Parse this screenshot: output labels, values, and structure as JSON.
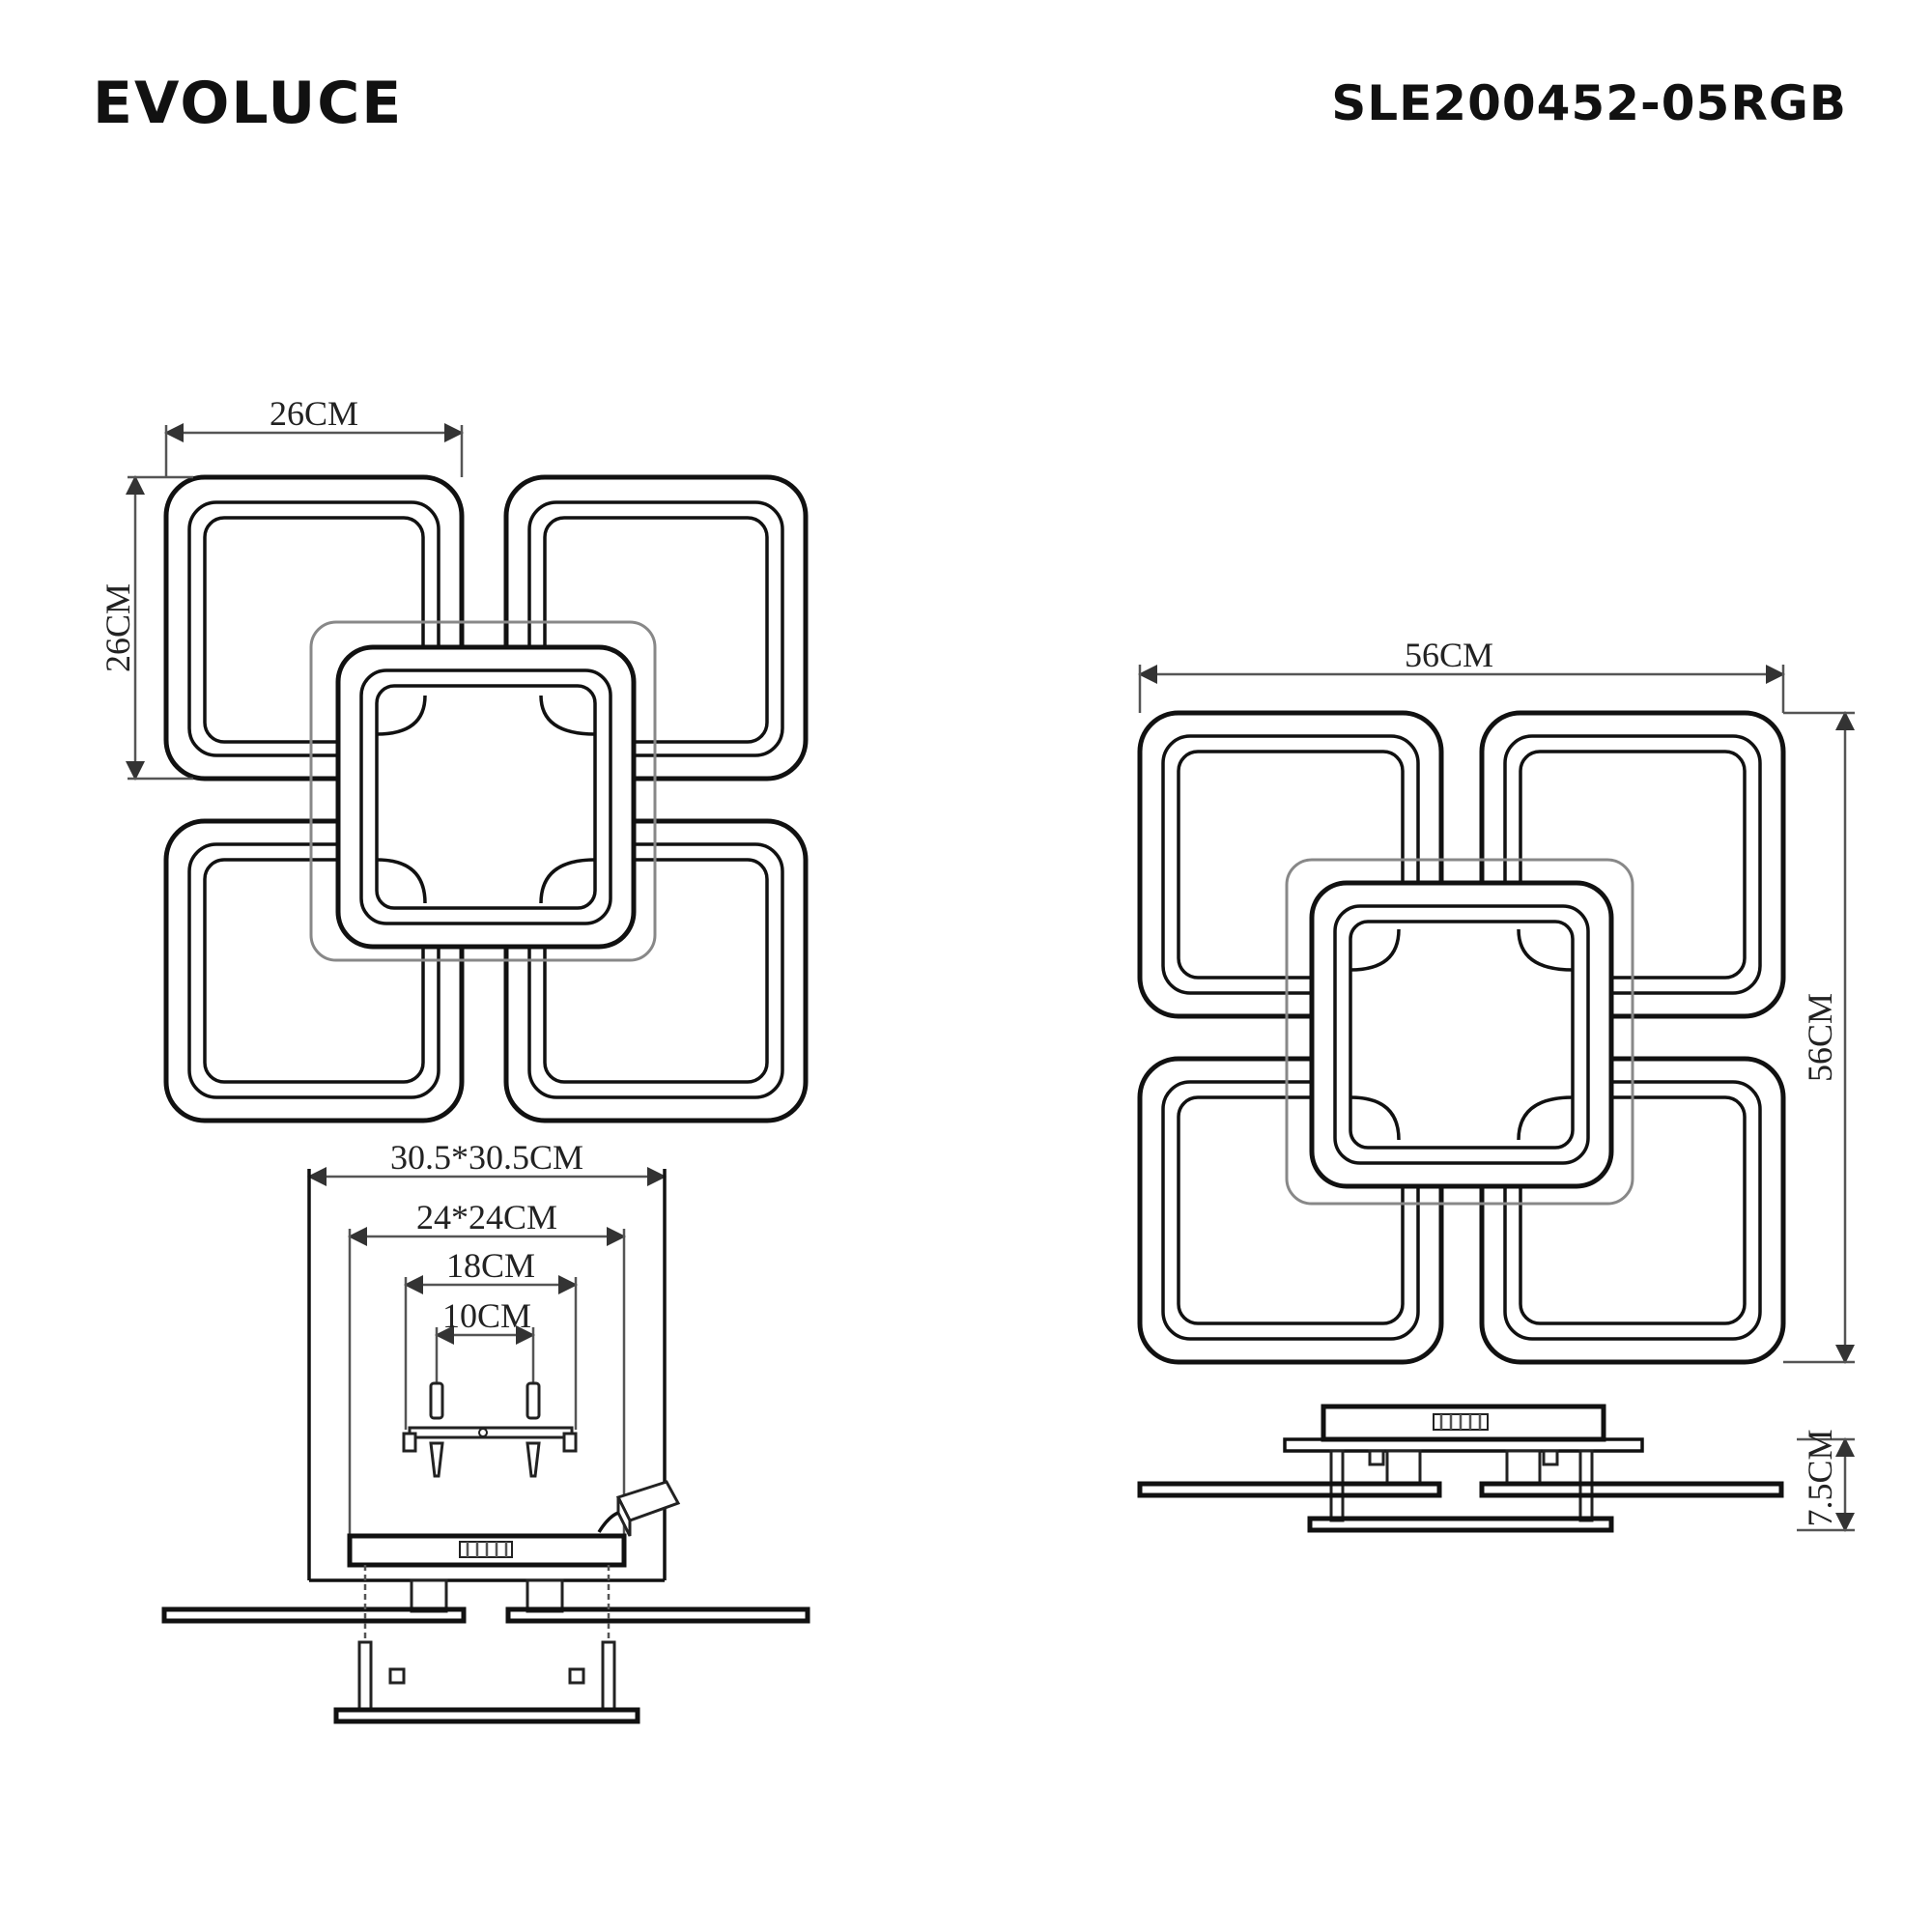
{
  "header": {
    "brand": "EVOLUCE",
    "model": "SLE200452-05RGB"
  },
  "front_view": {
    "width_label": "26CM",
    "height_label": "26CM"
  },
  "mount_view": {
    "plate_label": "30.5*30.5CM",
    "holes_label": "24*24CM",
    "bracket_label": "18CM",
    "screw_label": "10CM"
  },
  "right_view": {
    "width_label": "56CM",
    "height_label": "56CM",
    "depth_label": "7.5CM"
  }
}
